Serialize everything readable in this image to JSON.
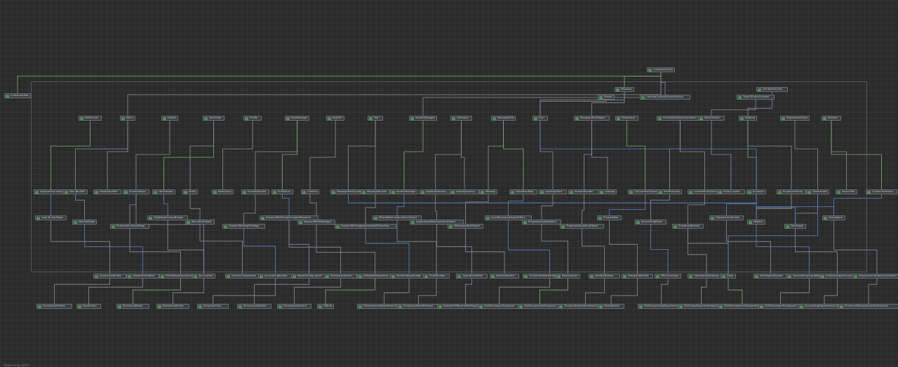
{
  "colors": {
    "background": "#2b2b2b",
    "node_fill": "#3b3f42",
    "node_border": "#6a6f73",
    "badge": "#4d8f5a",
    "edge_gray": "#8c9094",
    "edge_green": "#7fae6c",
    "edge_blue": "#5b86c4",
    "text": "#c9cdd1"
  },
  "root": {
    "label": "ComponentCore"
  },
  "rows": {
    "row1": [
      "Customerdata",
      "Password",
      "Search",
      "LoadingContentObjectFactory",
      "TypeOfEntityContext",
      "AttributeAccess"
    ],
    "row2": [
      "EditScreen",
      "Menu",
      "Header",
      "SortOrder",
      "Profile",
      "ItemManager",
      "AppTime",
      "Tab",
      "ScreenManager",
      "UiFactory",
      "MessageGrid",
      "Icon",
      "PasswordNullObject",
      "Preference",
      "ScheduleEntityInformation",
      "ServiceField",
      "Address",
      "DepartmentType",
      "Identity"
    ],
    "row3": [
      "ApplicationConfig",
      "MenuBuilder",
      "HeaderBuilder",
      "ScreenHelper",
      "HtmlViewer",
      "Items",
      "ItemQuery",
      "EventsHandler",
      "PrintMenu",
      "Command",
      "MessageWithContent",
      "MessageBuilder",
      "AvatarMessage",
      "AppStateFactory",
      "LoadingFactory",
      "Message",
      "ValidationMap",
      "LoadingEffect",
      "PositionBuilder",
      "Loading",
      "CtrlContentObject",
      "XmlResource",
      "LicenseNullObject",
      "EntityCreator",
      "Employee",
      "EmployeeEntity",
      "Department",
      "SearchBar",
      "CustomerFactory"
    ],
    "row4": [
      "LoginScreenPage",
      "WebsitePage",
      "ProtectedContentPage",
      "HelpPageFactoryBridge",
      "MenuNullObject",
      "SessionStartingThePage",
      "SessionWithPrivateScopedPassword",
      "SessionWithMessages",
      "SessionWithLoggingInsteadOfSending",
      "MFontWithCustomValueObject",
      "ApplicationMessagesNullObject",
      "MMessageNullObject",
      "LoadDisplayingPagedEffect",
      "ProgressLoadedObject",
      "ProgressAsLoadingObject",
      "ProgressBar",
      "AccountingRules",
      "EmployeeBuilder",
      "DepartmentBuilder",
      "Header2",
      "Developer",
      "SalesAgent"
    ],
    "row5": [
      "SupervisedEntity",
      "HeaderNullObject",
      "SalesDepartmentContact",
      "Accountant",
      "GenericComparator",
      "AccountingBuilder",
      "ModelConfiguration",
      "DeveloperBuilder",
      "DatabaseRepository",
      "SortStrategyBuilder",
      "EmailBuilder",
      "OperationalRole",
      "AddressBuilder",
      "TimeAndDateInformationBuilder",
      "Development",
      "IdentityBuilder",
      "PasswordBuilder",
      "DBConnection",
      "OperationalSettings",
      "Sales",
      "SalesAgentBuilder",
      "GeneralEmployeeNameMatch",
      "EntityManagerScope",
      "DepartmentDataAccessObject"
    ],
    "row6": [
      "FunctionalEntities",
      "InputEntity",
      "StructuralEntity",
      "BehavioralEntity",
      "IntegrityEntity",
      "AccountantBuilder",
      "DeveloperBuilder2",
      "DBInfo",
      "DevelopmentDepartmentListener",
      "EmployeeIdentifierImpl",
      "NumberOfRecordsPerPageValidator",
      "SkillDeveloperEmployee",
      "SkillAccountantEmployee",
      "TimeAndDateInformationListener",
      "SalesBuilder",
      "SkillAccountingDepartment",
      "SkillSalesDepartmentAgent",
      "SkillDevelopmentDepartment",
      "SkillDeveloperEmployee2",
      "AccountingDepartmentListener",
      "EnhancedDisabledListAttributeList"
    ]
  },
  "footer": "Powered by yFiles"
}
